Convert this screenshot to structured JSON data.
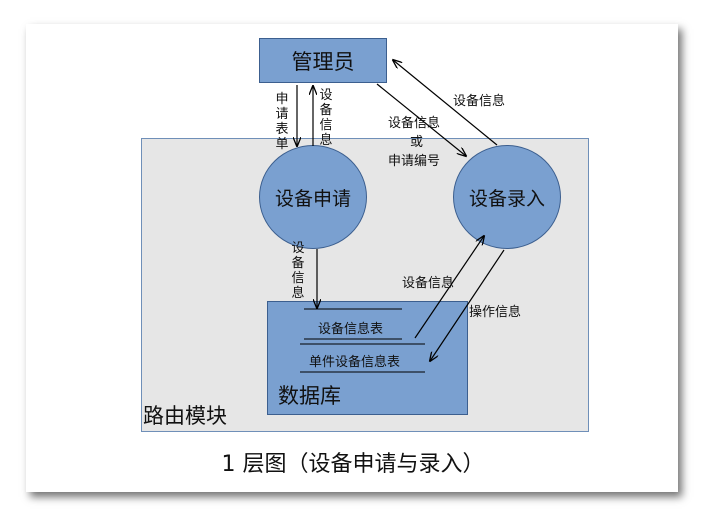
{
  "admin": {
    "label": "管理员"
  },
  "processes": {
    "apply": "设备申请",
    "entry": "设备录入"
  },
  "database": {
    "label": "数据库",
    "tables": [
      "设备信息表",
      "单件设备信息表"
    ]
  },
  "module": {
    "label": "路由模块"
  },
  "flows": {
    "admin_to_apply": "申请表单",
    "apply_to_admin": "设备信息",
    "apply_to_db": "设备信息",
    "entry_to_admin": "设备信息",
    "admin_to_entry": [
      "设备信息",
      "或",
      "申请编号"
    ],
    "db_to_entry": "设备信息",
    "entry_to_db": "操作信息"
  },
  "caption": "1 层图（设备申请与录入）",
  "colors": {
    "node_fill": "#7aa0d0",
    "node_border": "#3c5f8f",
    "module_fill": "#e6e6e6"
  }
}
